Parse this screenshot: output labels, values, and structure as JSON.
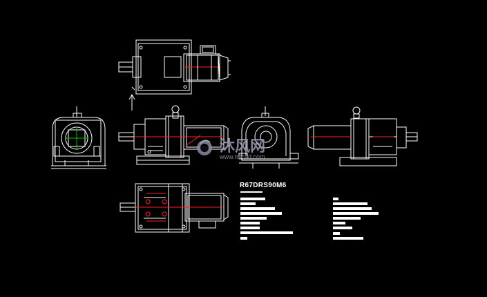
{
  "drawing": {
    "background": "#000000",
    "line_color": "#ffffff",
    "centerline_color": "#00c800",
    "hidden_line_color": "#ff2020"
  },
  "title_block": {
    "model": "R67DRS90M6"
  },
  "watermark": {
    "brand": "沐风网",
    "url": "www.mfcad.com"
  }
}
